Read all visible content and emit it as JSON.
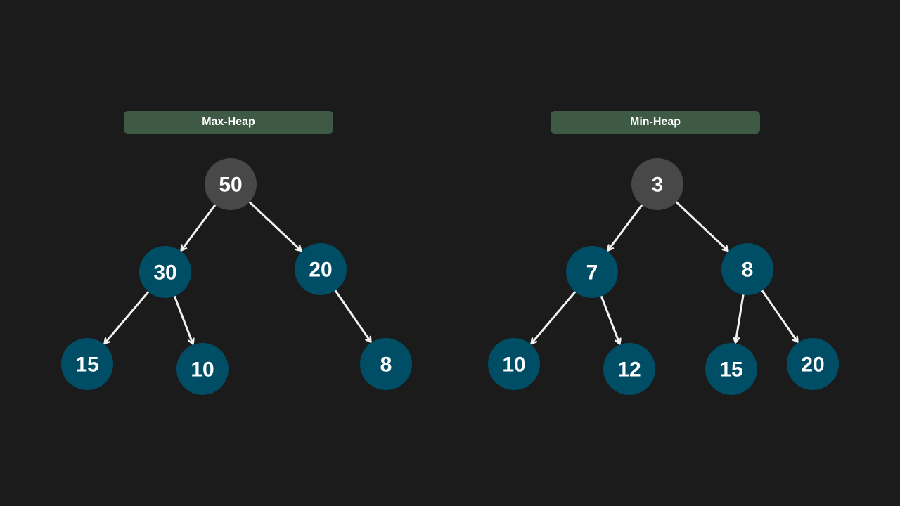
{
  "colors": {
    "background": "#1b1b1b",
    "label_bg": "#3f5a44",
    "root_node": "#484848",
    "child_node": "#004e66",
    "edge": "#f2f2f2",
    "text": "#ffffff"
  },
  "max_heap": {
    "label": "Max-Heap",
    "nodes": [
      {
        "id": "m50",
        "value": "50",
        "role": "root"
      },
      {
        "id": "m30",
        "value": "30",
        "role": "child"
      },
      {
        "id": "m20",
        "value": "20",
        "role": "child"
      },
      {
        "id": "m15",
        "value": "15",
        "role": "child"
      },
      {
        "id": "m10",
        "value": "10",
        "role": "child"
      },
      {
        "id": "m8",
        "value": "8",
        "role": "child"
      }
    ],
    "edges": [
      [
        "m50",
        "m30"
      ],
      [
        "m50",
        "m20"
      ],
      [
        "m30",
        "m15"
      ],
      [
        "m30",
        "m10"
      ],
      [
        "m20",
        "m8"
      ]
    ]
  },
  "min_heap": {
    "label": "Min-Heap",
    "nodes": [
      {
        "id": "n3",
        "value": "3",
        "role": "root"
      },
      {
        "id": "n7",
        "value": "7",
        "role": "child"
      },
      {
        "id": "n8",
        "value": "8",
        "role": "child"
      },
      {
        "id": "n10",
        "value": "10",
        "role": "child"
      },
      {
        "id": "n12",
        "value": "12",
        "role": "child"
      },
      {
        "id": "n15",
        "value": "15",
        "role": "child"
      },
      {
        "id": "n20",
        "value": "20",
        "role": "child"
      }
    ],
    "edges": [
      [
        "n3",
        "n7"
      ],
      [
        "n3",
        "n8"
      ],
      [
        "n7",
        "n10"
      ],
      [
        "n7",
        "n12"
      ],
      [
        "n8",
        "n15"
      ],
      [
        "n8",
        "n20"
      ]
    ]
  }
}
